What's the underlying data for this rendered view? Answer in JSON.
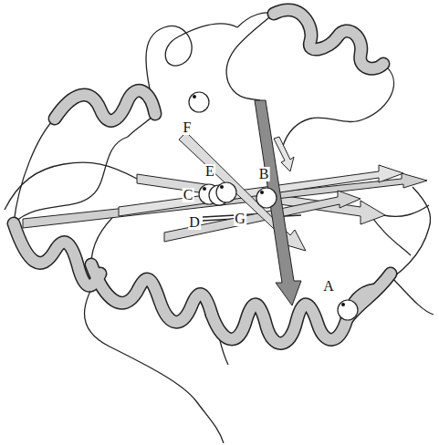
{
  "diagram": {
    "labels": [
      "F",
      "E",
      "C",
      "B",
      "D",
      "G",
      "A"
    ]
  }
}
